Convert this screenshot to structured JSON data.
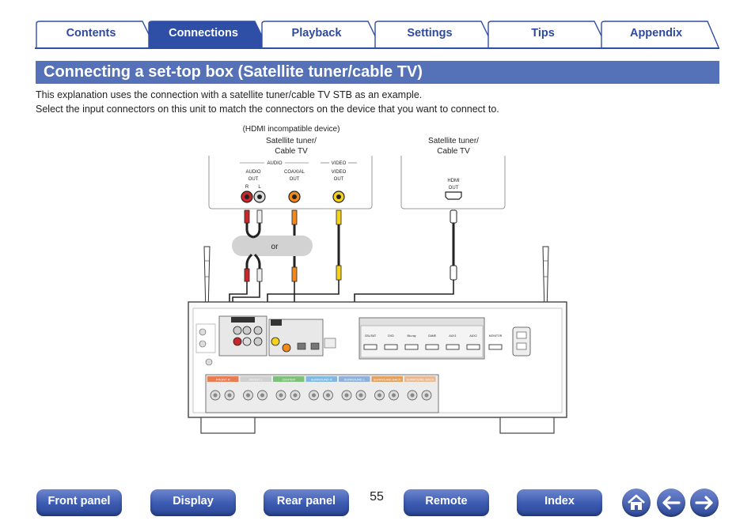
{
  "tabs": [
    {
      "label": "Contents",
      "active": false
    },
    {
      "label": "Connections",
      "active": true
    },
    {
      "label": "Playback",
      "active": false
    },
    {
      "label": "Settings",
      "active": false
    },
    {
      "label": "Tips",
      "active": false
    },
    {
      "label": "Appendix",
      "active": false
    }
  ],
  "page": {
    "title": "Connecting a set-top box (Satellite tuner/cable TV)",
    "intro_1": "This explanation uses the connection with a satellite tuner/cable TV STB as an example.",
    "intro_2": "Select the input connectors on this unit to match the connectors on the device that you want to connect to.",
    "number": "55"
  },
  "diagram": {
    "device_left": {
      "note": "(HDMI incompatible device)",
      "name_line1": "Satellite tuner/",
      "name_line2": "Cable TV",
      "group_audio": "AUDIO",
      "group_video": "VIDEO",
      "audio_out_1": "AUDIO",
      "audio_out_2": "OUT",
      "audio_r": "R",
      "audio_l": "L",
      "coaxial_1": "COAXIAL",
      "coaxial_2": "OUT",
      "video_1": "VIDEO",
      "video_2": "OUT"
    },
    "device_right": {
      "name_line1": "Satellite tuner/",
      "name_line2": "Cable TV",
      "hdmi_1": "HDMI",
      "hdmi_2": "OUT"
    },
    "or_label": "or",
    "receiver": {
      "speaker_labels": [
        "FRONT R",
        "FRONT L",
        "CENTER",
        "SURROUND R",
        "SURROUND L",
        "SURROUND BACK",
        "SURROUND BACK"
      ],
      "speaker_colors": [
        "#e87d55",
        "#d0d0d0",
        "#7cc07a",
        "#7fb8e0",
        "#8fb0d8",
        "#e0a060",
        "#e8b890"
      ],
      "hdmi_ports": [
        "CBL/SAT",
        "DVD",
        "Blu-ray",
        "GAME",
        "AUX1",
        "AUX2"
      ],
      "monitor_label": "MONITOR"
    }
  },
  "nav": {
    "front_panel": "Front panel",
    "display": "Display",
    "rear_panel": "Rear panel",
    "remote": "Remote",
    "index": "Index"
  },
  "colors": {
    "tab_active": "#2f4fa6",
    "tab_inactive_text": "#2e4a9e",
    "title_bar": "#5571b8",
    "button": "#3a59b0"
  }
}
